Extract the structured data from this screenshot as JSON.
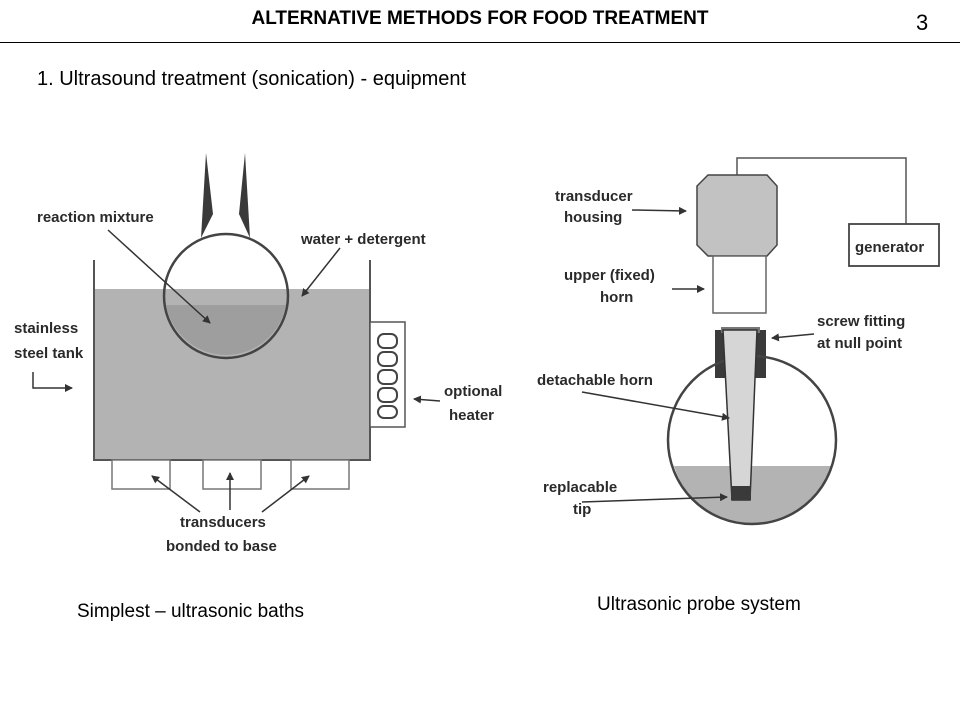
{
  "header": {
    "title": "ALTERNATIVE METHODS FOR FOOD TREATMENT",
    "page_number": "3"
  },
  "section": {
    "heading": "1. Ultrasound treatment (sonication) - equipment"
  },
  "bath_diagram": {
    "caption": "Simplest – ultrasonic baths",
    "labels": {
      "reaction_mixture": "reaction mixture",
      "water_detergent": "water + detergent",
      "stainless_1": "stainless",
      "stainless_2": "steel tank",
      "heater_1": "optional",
      "heater_2": "heater",
      "transducers_1": "transducers",
      "transducers_2": "bonded to base"
    }
  },
  "probe_diagram": {
    "caption": "Ultrasonic probe system",
    "labels": {
      "housing_1": "transducer",
      "housing_2": "housing",
      "generator": "generator",
      "upper_horn_1": "upper (fixed)",
      "upper_horn_2": "horn",
      "screw_1": "screw fitting",
      "screw_2": "at null point",
      "detachable": "detachable horn",
      "tip_1": "replacable",
      "tip_2": "tip"
    }
  },
  "colors": {
    "liquid": "#b3b3b3",
    "housing": "#c2c2c2",
    "dark": "#3a3a3a"
  }
}
